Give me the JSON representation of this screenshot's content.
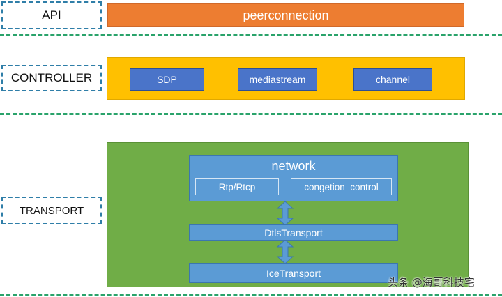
{
  "layers": {
    "api": {
      "label": "API"
    },
    "controller": {
      "label": "CONTROLLER"
    },
    "transport": {
      "label": "TRANSPORT"
    }
  },
  "api_box": {
    "label": "peerconnection"
  },
  "controller_boxes": {
    "sdp": "SDP",
    "mediastream": "mediastream",
    "channel": "channel"
  },
  "network": {
    "title": "network",
    "rtp": "Rtp/Rtcp",
    "congestion": "congetion_control"
  },
  "dtls": {
    "label": "DtlsTransport"
  },
  "ice": {
    "label": "IceTransport"
  },
  "watermark": {
    "text": "头条 @海哥科技宅"
  },
  "colors": {
    "api_fill": "#ed7d31",
    "controller_fill": "#ffc000",
    "transport_fill": "#70ad47",
    "box_blue": "#4a74c9",
    "light_blue": "#5b9bd5",
    "separator": "#2aa36b",
    "label_border": "#2f7ea8"
  }
}
